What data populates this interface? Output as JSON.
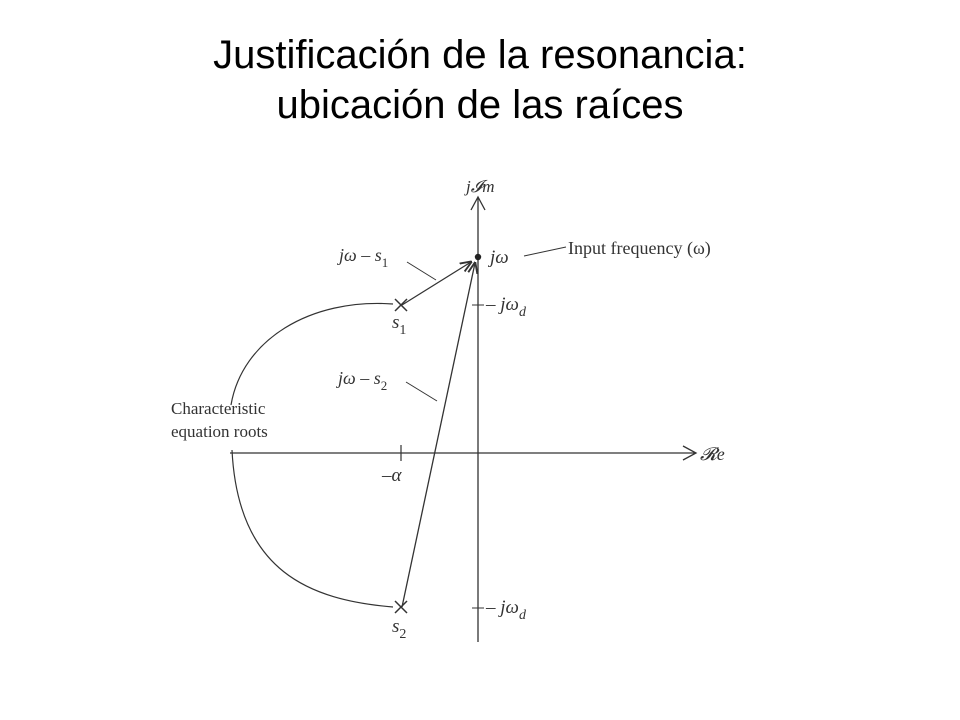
{
  "slide": {
    "title_line1": "Justificación de la resonancia:",
    "title_line2": "ubicación de las raíces"
  },
  "diagram": {
    "imag_axis_label": "j𝓘m",
    "real_axis_label": "𝓡e",
    "jw_label": "jω",
    "jwd_upper_label": "– jω",
    "jwd_upper_sub": "d",
    "jwd_lower_label": "– jω",
    "jwd_lower_sub": "d",
    "neg_alpha_label": "–α",
    "input_frequency_label": "Input frequency (ω)",
    "s1_label": "s",
    "s1_sub": "1",
    "s2_label": "s",
    "s2_sub": "2",
    "vec1_label": "jω – s",
    "vec1_sub": "1",
    "vec2_label": "jω – s",
    "vec2_sub": "2",
    "roots_label_line1": "Characteristic",
    "roots_label_line2": "equation roots"
  },
  "colors": {
    "ink": "#333333",
    "background": "#ffffff"
  }
}
